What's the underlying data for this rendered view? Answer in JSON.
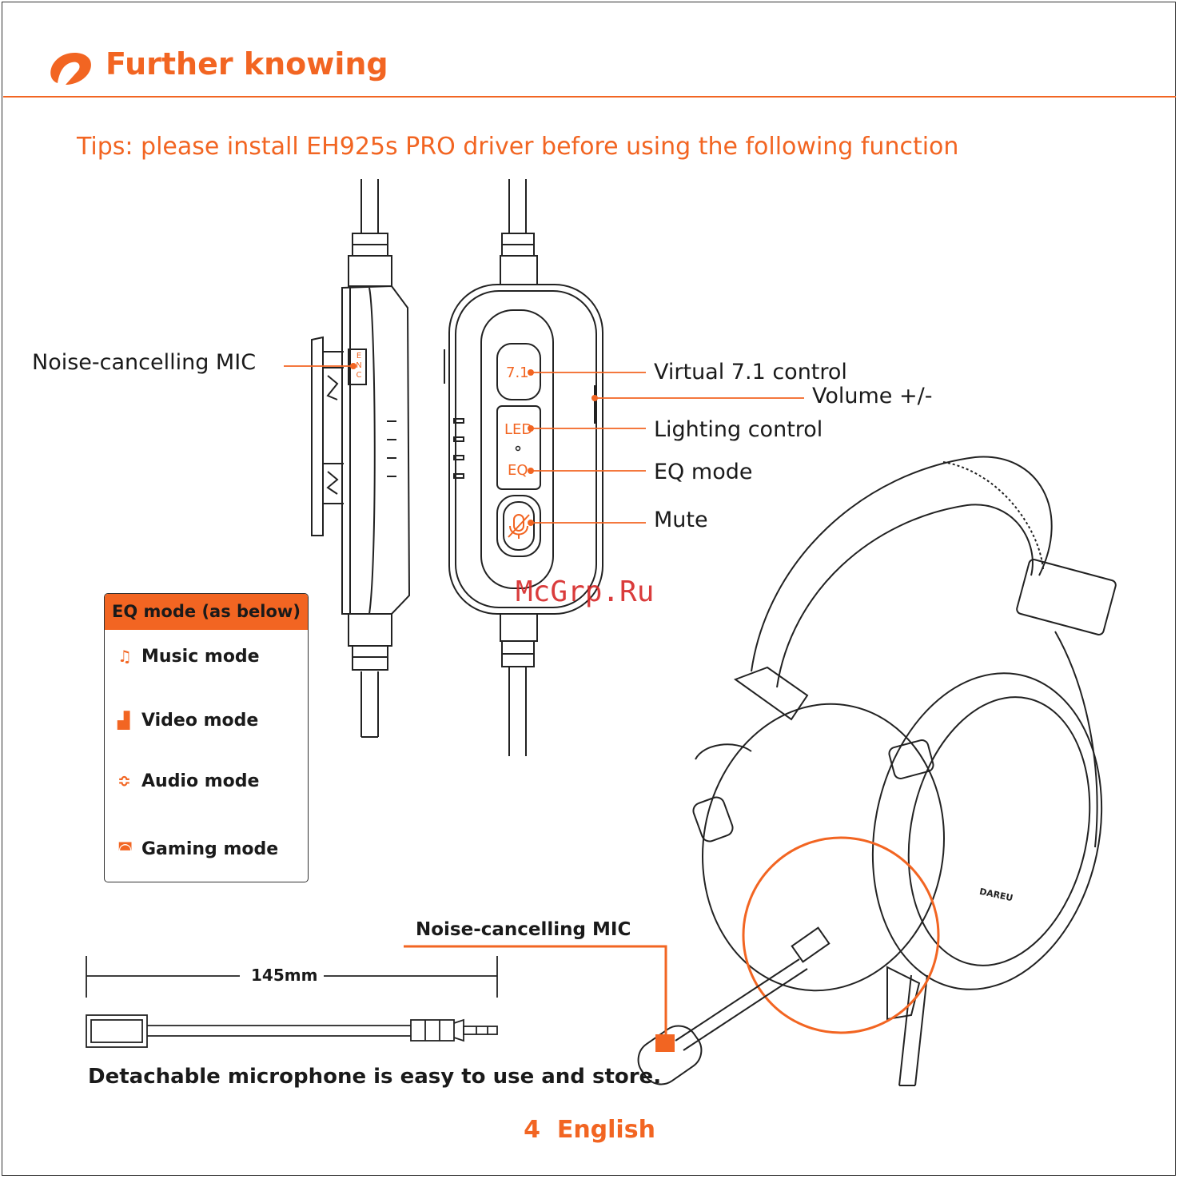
{
  "header": {
    "title": "Further knowing",
    "brand_color": "#f26522"
  },
  "tips": "Tips: please install EH925s PRO driver before using the following function",
  "remote": {
    "buttons": {
      "virtual": "7.1",
      "led": "LED",
      "eq": "EQ"
    },
    "side_letters": [
      "E",
      "N",
      "C"
    ],
    "callouts": {
      "nc_mic": "Noise-cancelling MIC",
      "virtual": "Virtual 7.1 control",
      "volume": "Volume +/-",
      "lighting": "Lighting control",
      "eq": "EQ mode",
      "mute": "Mute"
    }
  },
  "eq_modes": {
    "heading": "EQ mode (as below)",
    "items": [
      {
        "icon": "music-note-icon",
        "label": "Music mode"
      },
      {
        "icon": "video-icon",
        "label": "Video mode"
      },
      {
        "icon": "audio-lips-icon",
        "label": "Audio mode"
      },
      {
        "icon": "gamepad-icon",
        "label": "Gaming mode"
      }
    ]
  },
  "microphone": {
    "label": "Noise-cancelling MIC",
    "length": "145mm",
    "caption": "Detachable microphone is easy to use and store."
  },
  "headset": {
    "brand": "DAREU"
  },
  "watermark": "McGrp.Ru",
  "footer": {
    "page_number": "4",
    "language": "English"
  }
}
